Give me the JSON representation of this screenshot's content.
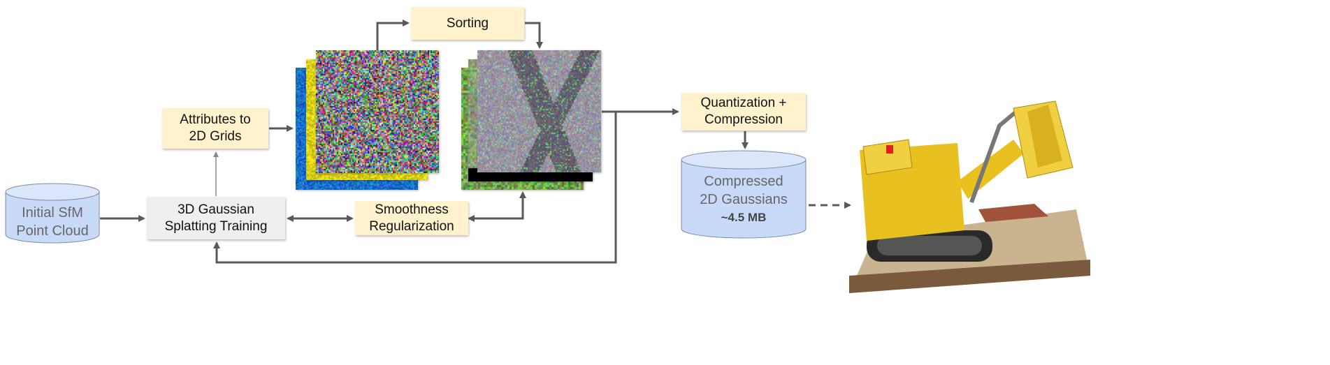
{
  "nodes": {
    "point_cloud": {
      "line1": "Initial SfM",
      "line2": "Point Cloud"
    },
    "training": {
      "line1": "3D Gaussian",
      "line2": "Splatting Training"
    },
    "attributes": {
      "line1": "Attributes to",
      "line2": "2D Grids"
    },
    "sorting": {
      "label": "Sorting"
    },
    "smoothness": {
      "line1": "Smoothness",
      "line2": "Regularization"
    },
    "quantization": {
      "line1": "Quantization +",
      "line2": "Compression"
    },
    "compressed": {
      "line1": "Compressed",
      "line2": "2D Gaussians",
      "size": "~4.5 MB"
    }
  },
  "colors": {
    "box_yellow": "#fff2cc",
    "box_gray": "#efefef",
    "cylinder": "#c9daf8",
    "arrow": "#595959"
  }
}
